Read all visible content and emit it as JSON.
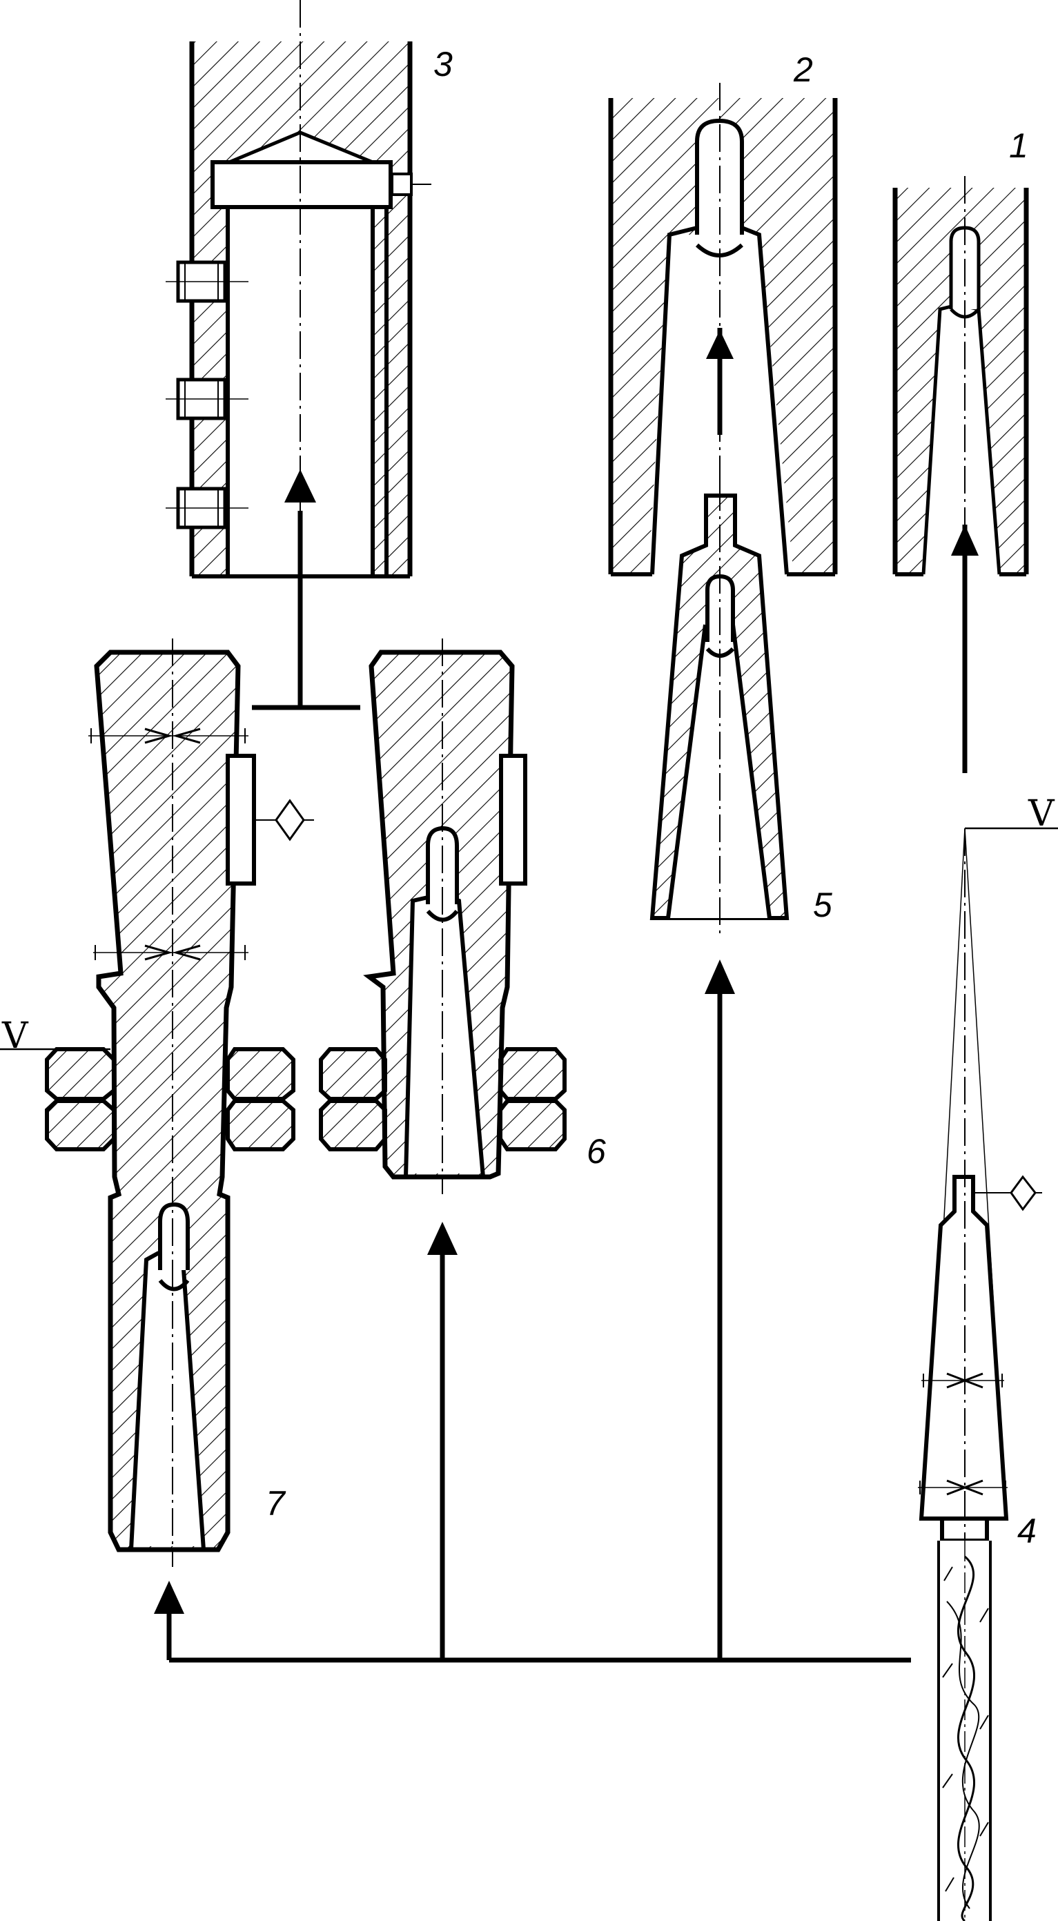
{
  "diagram": {
    "parts": [
      {
        "id": "1",
        "label": "1"
      },
      {
        "id": "2",
        "label": "2"
      },
      {
        "id": "3",
        "label": "3"
      },
      {
        "id": "4",
        "label": "4"
      },
      {
        "id": "5",
        "label": "5"
      },
      {
        "id": "6",
        "label": "6"
      },
      {
        "id": "7",
        "label": "7"
      }
    ],
    "symbols": {
      "roughness_a": "V",
      "roughness_b": "V"
    },
    "colors": {
      "line": "#000000",
      "background": "#ffffff"
    }
  }
}
